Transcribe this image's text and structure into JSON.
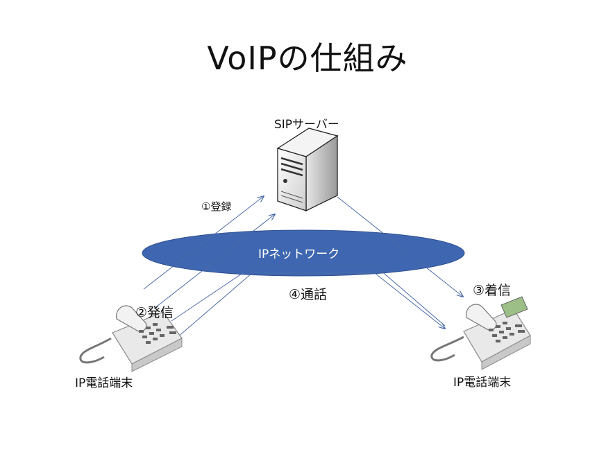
{
  "title": "VoIPの仕組み",
  "nodes": {
    "server": {
      "label": "SIPサーバー"
    },
    "network": {
      "label": "IPネットワーク"
    },
    "phone_left": {
      "label": "IP電話端末"
    },
    "phone_right": {
      "label": "IP電話端末"
    }
  },
  "steps": {
    "register": "①登録",
    "call": "②発信",
    "incoming": "③着信",
    "talk": "④通話"
  },
  "colors": {
    "network_fill": "#3f67b1",
    "network_stroke": "#2f4f8f",
    "arrow": "#4a6aa8"
  }
}
